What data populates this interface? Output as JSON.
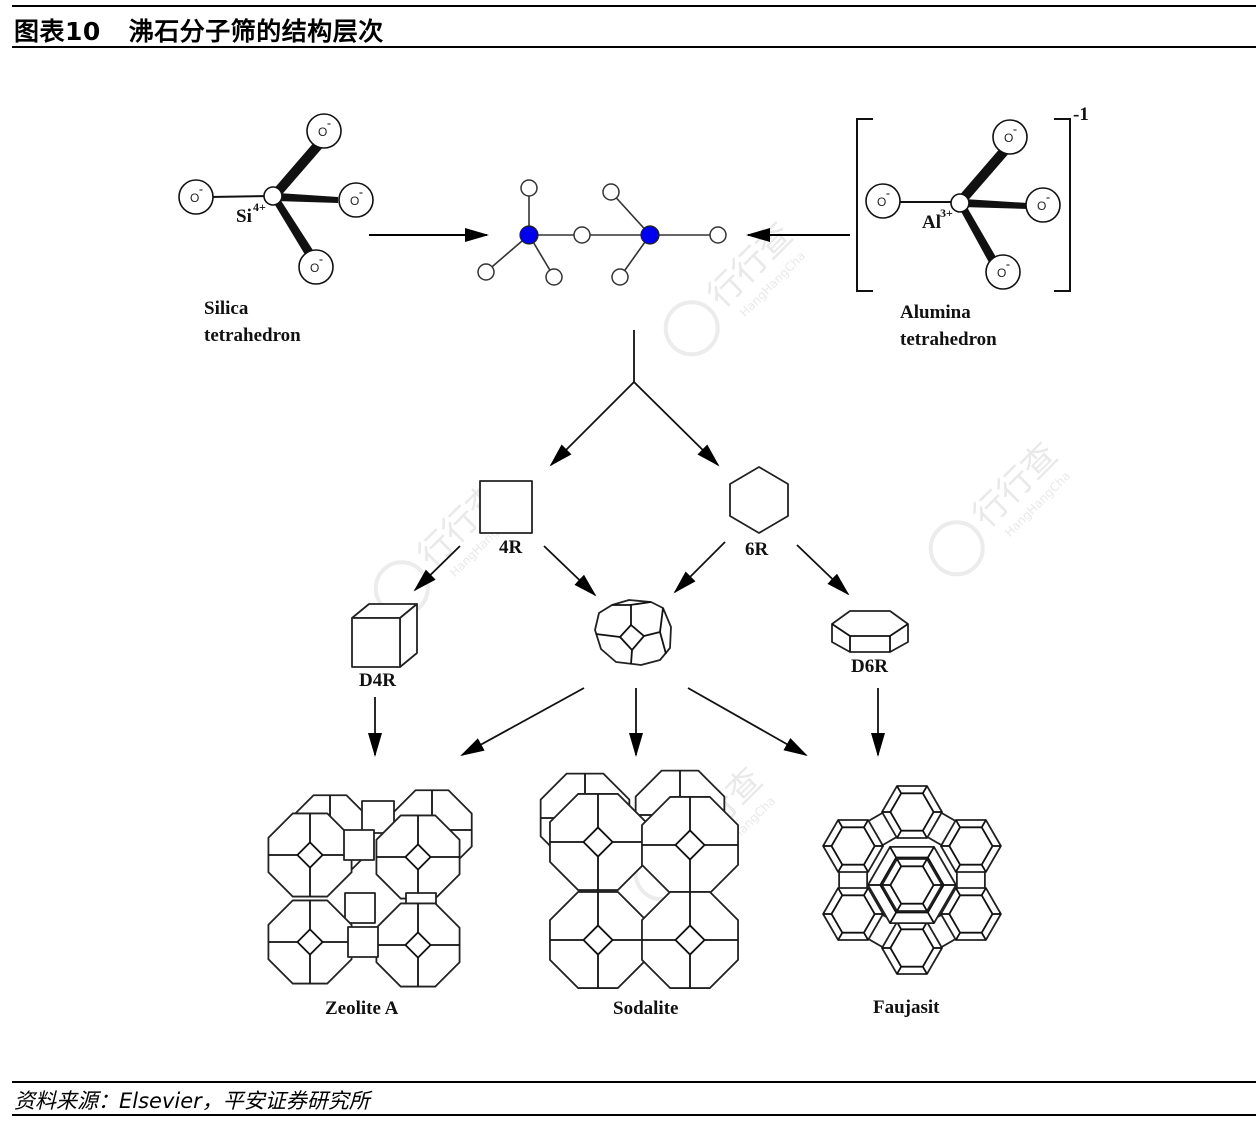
{
  "figure": {
    "number": "图表10",
    "title": "沸石分子筛的结构层次"
  },
  "source": {
    "text": "资料来源：Elsevier，平安证券研究所"
  },
  "watermark": {
    "chinese": "行行查",
    "latin": "HangHangCha"
  },
  "diagram": {
    "silica": {
      "center_label": "Si",
      "center_charge": "4+",
      "oxygen_label": "O",
      "oxygen_charge": "-",
      "caption_line1": "Silica",
      "caption_line2": "tetrahedron"
    },
    "alumina": {
      "center_label": "Al",
      "center_charge": "3+",
      "oxygen_label": "O",
      "oxygen_charge": "-",
      "bracket_charge": "-1",
      "caption_line1": "Alumina",
      "caption_line2": "tetrahedron"
    },
    "linked_node_color": "#0000ee",
    "units": {
      "four_ring": "4R",
      "six_ring": "6R",
      "double_four_ring": "D4R",
      "double_six_ring": "D6R"
    },
    "frameworks": {
      "zeolite_a": "Zeolite A",
      "sodalite": "Sodalite",
      "faujasite": "Faujasit"
    }
  }
}
